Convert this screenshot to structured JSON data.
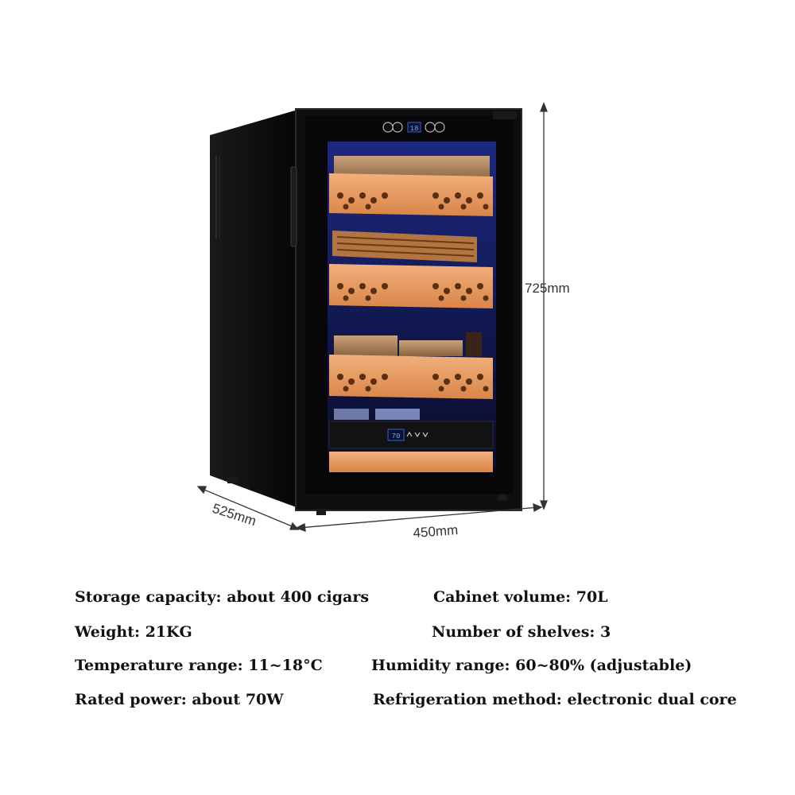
{
  "dimensions": {
    "height": "725mm",
    "depth": "525mm",
    "width": "450mm"
  },
  "display": {
    "top_readout": "18",
    "drawer_readout": "70"
  },
  "specs": [
    "Storage capacity: about 400 cigars",
    "Cabinet volume: 70L",
    "Weight: 21KG",
    "Number of shelves: 3",
    "Temperature range: 11~18°C",
    "Humidity range: 60~80% (adjustable)",
    "Rated power: about 70W",
    "Refrigeration method: electronic dual core"
  ],
  "colors": {
    "cabinet": "#0e0e10",
    "cedar": "#e39a62",
    "interior_glow": "#2a3a9a",
    "display_blue": "#6fa8ff"
  }
}
